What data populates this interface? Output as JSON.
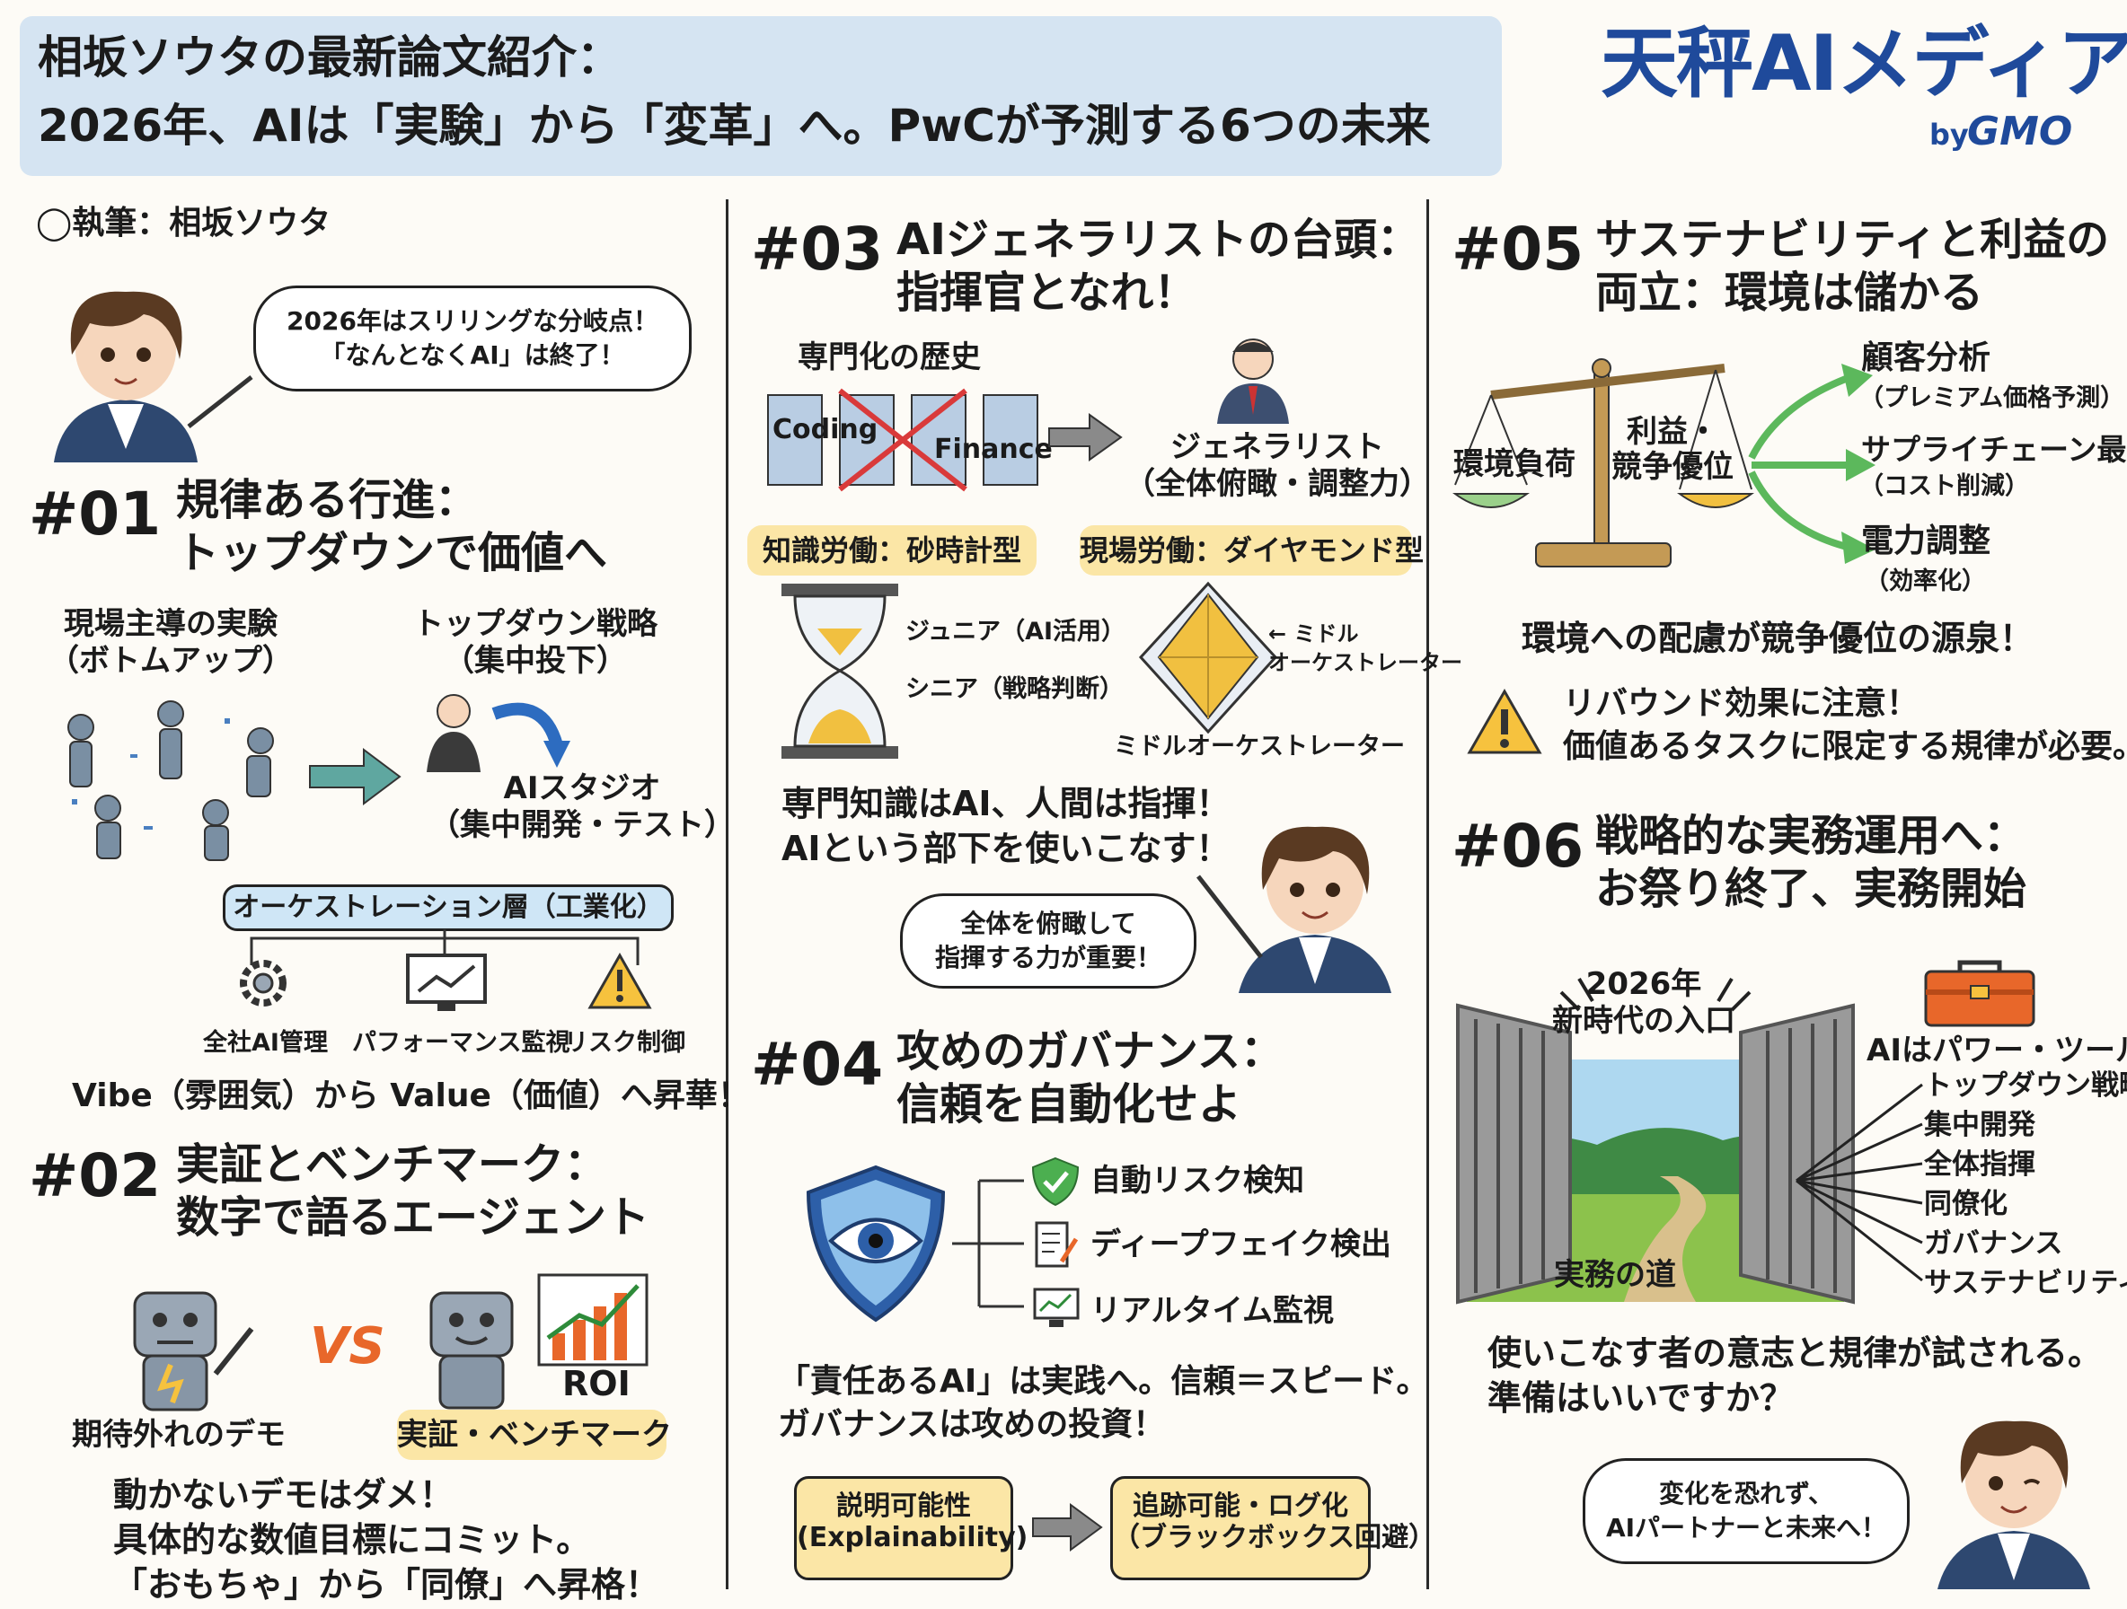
{
  "header": {
    "title_line1": "相坂ソウタの最新論文紹介：",
    "title_line2": "2026年、AIは「実験」から「変革」へ。PwCが予測する6つの未来",
    "brand": "天秤AIメディア",
    "brand_by": "by",
    "brand_gmo": "GMO",
    "colors": {
      "band": "#d5e4f2",
      "brand": "#1f4a9b",
      "accent_orange": "#e8672a",
      "pill_yellow": "#fbe6a6",
      "pill_blue": "#cfe6f6",
      "teal_arrow": "#5fa7a0"
    }
  },
  "author": {
    "credit": "◯執筆：相坂ソウタ",
    "bubble": "2026年はスリリングな分岐点！\n「なんとなくAI」は終了！"
  },
  "s01": {
    "num": "#01",
    "title": "規律ある行進：\nトップダウンで価値へ",
    "left_label": "現場主導の実験\n（ボトムアップ）",
    "right_label": "トップダウン戦略\n（集中投下）",
    "studio": "AIスタジオ\n（集中開発・テスト）",
    "layer": "オーケストレーション層（工業化）",
    "icons": [
      {
        "icon": "gear-icon",
        "label": "全社AI管理"
      },
      {
        "icon": "monitor-chart-icon",
        "label": "パフォーマンス監視"
      },
      {
        "icon": "warning-icon",
        "label": "リスク制御"
      }
    ],
    "summary": "Vibe（雰囲気）から Value（価値）へ昇華！"
  },
  "s02": {
    "num": "#02",
    "title": "実証とベンチマーク：\n数字で語るエージェント",
    "vs": "VS",
    "roi": "ROI",
    "left_label": "期待外れのデモ",
    "right_label": "実証・ベンチマーク",
    "body": "動かないデモはダメ！\n具体的な数値目標にコミット。\n「おもちゃ」から「同僚」へ昇格！"
  },
  "s03": {
    "num": "#03",
    "title": "AIジェネラリストの台頭：\n指揮官となれ！",
    "history": "専門化の歴史",
    "coding": "Coding",
    "finance": "Finance",
    "generalist": "ジェネラリスト\n（全体俯瞰・調整力）",
    "knowledge": "知識労働：砂時計型",
    "field": "現場労働：ダイヤモンド型",
    "junior": "ジュニア（AI活用）",
    "senior": "シニア（戦略判断）",
    "mid_arrow": "← ミドル\nオーケストレーター",
    "mid_bottom": "ミドルオーケストレーター",
    "body": "専門知識はAI、人間は指揮！\nAIという部下を使いこなす！",
    "bubble": "全体を俯瞰して\n指揮する力が重要！"
  },
  "s04": {
    "num": "#04",
    "title": "攻めのガバナンス：\n信頼を自動化せよ",
    "items": [
      "自動リスク検知",
      "ディープフェイク検出",
      "リアルタイム監視"
    ],
    "body": "「責任あるAI」は実践へ。信頼＝スピード。\nガバナンスは攻めの投資！",
    "box_left": "説明可能性\n(Explainability)",
    "box_right": "追跡可能・ログ化\n（ブラックボックス回避）"
  },
  "s05": {
    "num": "#05",
    "title": "サステナビリティと利益の\n両立：環境は儲かる",
    "left_pan": "環境負荷",
    "right_pan": "利益・\n競争優位",
    "out1": "顧客分析",
    "out1_sub": "（プレミアム価格予測）",
    "out2": "サプライチェーン最適化",
    "out2_sub": "（コスト削減）",
    "out3": "電力調整",
    "out3_sub": "（効率化）",
    "summary": "環境への配慮が競争優位の源泉！",
    "warning": "リバウンド効果に注意！\n価値あるタスクに限定する規律が必要。"
  },
  "s06": {
    "num": "#06",
    "title": "戦略的な実務運用へ：\nお祭り終了、実務開始",
    "gate_top": "2026年\n新時代の入口",
    "road": "実務の道",
    "tool": "AIはパワー・ツール",
    "tools": [
      "トップダウン戦略",
      "集中開発",
      "全体指揮",
      "同僚化",
      "ガバナンス",
      "サステナビリティ"
    ],
    "body": "使いこなす者の意志と規律が試される。\n準備はいいですか？",
    "bubble": "変化を恐れず、\nAIパートナーと未来へ！"
  }
}
